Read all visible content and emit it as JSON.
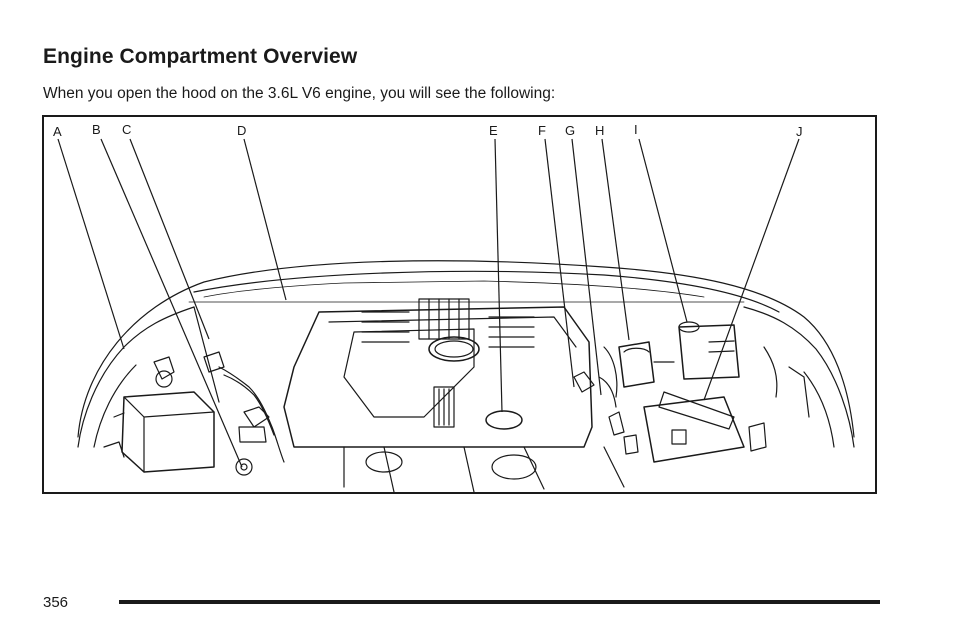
{
  "heading": "Engine Compartment Overview",
  "intro": "When you open the hood on the 3.6L V6 engine, you will see the following:",
  "figure": {
    "callouts": [
      "A",
      "B",
      "C",
      "D",
      "E",
      "F",
      "G",
      "H",
      "I",
      "J"
    ]
  },
  "footer": {
    "page_number": "356"
  }
}
